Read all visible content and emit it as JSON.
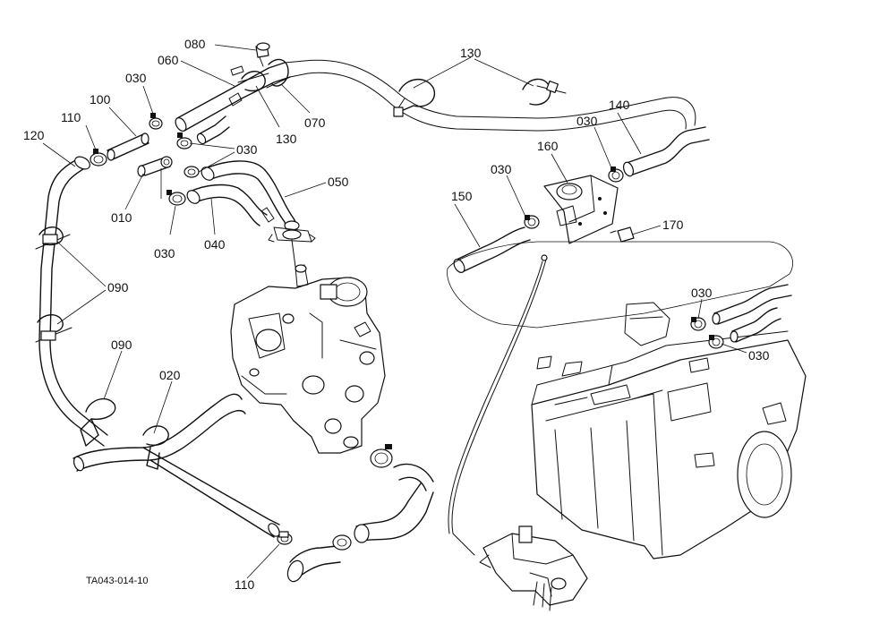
{
  "labels": {
    "l080": "080",
    "l060": "060",
    "l030a": "030",
    "l100": "100",
    "l110a": "110",
    "l120": "120",
    "l030b": "030",
    "l130a": "130",
    "l070": "070",
    "l010": "010",
    "l030c": "030",
    "l050": "050",
    "l040": "040",
    "l090a": "090",
    "l090b": "090",
    "l020": "020",
    "l110b": "110",
    "l130b": "130",
    "l140": "140",
    "l030d": "030",
    "l160": "160",
    "l030e": "030",
    "l150": "150",
    "l170": "170",
    "l030f": "030",
    "l030g": "030"
  },
  "drawing_code": "TA043-014-10"
}
